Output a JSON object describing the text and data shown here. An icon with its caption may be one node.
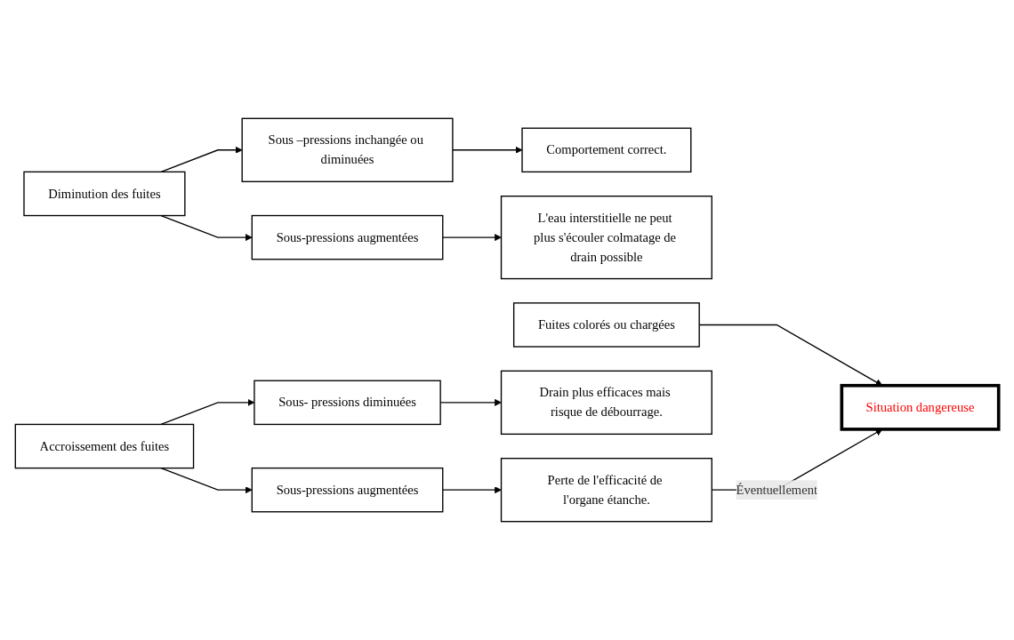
{
  "diagram": {
    "nodes": [
      {
        "text": [
          "Diminution des fuites"
        ]
      },
      {
        "text": [
          "Sous –pressions inchangée ou diminuées"
        ]
      },
      {
        "text": [
          "Comportement correct."
        ]
      },
      {
        "text": [
          "Sous-pressions augmentées"
        ]
      },
      {
        "text": [
          "L'eau interstitielle ne peut plus s'écouler colmatage de drain possible"
        ]
      },
      {
        "text": [
          "Fuites colorés ou chargées"
        ]
      },
      {
        "text": [
          "Situation dangereuse"
        ]
      },
      {
        "text": [
          "Accroissement des fuites"
        ]
      },
      {
        "text": [
          "Sous- pressions diminuées"
        ]
      },
      {
        "text": [
          "Drain plus efficaces mais risque de débourrage."
        ]
      },
      {
        "text": [
          "Sous-pressions augmentées"
        ]
      },
      {
        "text": [
          "Perte de l'efficacité de l'organe étanche."
        ]
      }
    ],
    "edges": [
      {
        "from": 0,
        "to": 1,
        "arrow": "to"
      },
      {
        "from": 1,
        "to": 2,
        "arrow": "to"
      },
      {
        "from": 0,
        "to": 3,
        "arrow": "to"
      },
      {
        "from": 3,
        "to": 4,
        "arrow": "to"
      },
      {
        "from": 5,
        "to": 6,
        "arrow": "to"
      },
      {
        "from": 7,
        "to": 8,
        "arrow": "to"
      },
      {
        "from": 8,
        "to": 9,
        "arrow": "to"
      },
      {
        "from": 7,
        "to": 10,
        "arrow": "to"
      },
      {
        "from": 10,
        "to": 11,
        "arrow": "to"
      },
      {
        "from": 11,
        "to": 6,
        "arrow": "to",
        "label": "Éventuellement"
      }
    ]
  }
}
